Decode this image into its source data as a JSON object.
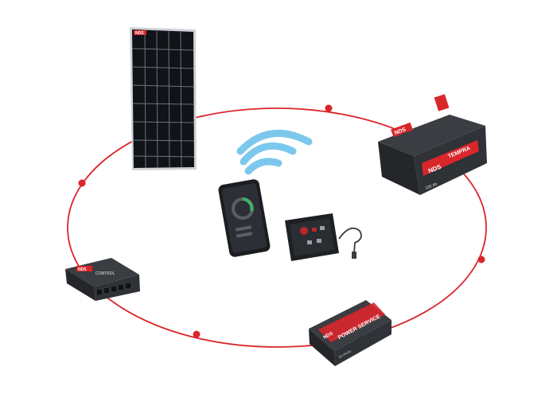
{
  "brand": "NDS",
  "colors": {
    "ring": "#d9262b",
    "brand_red": "#d9262b",
    "device_dark": "#2c2e33",
    "wifi": "#7cc8ec",
    "panel_cell": "#15181c"
  },
  "battery": {
    "brand": "NDS",
    "model": "TEMPRA",
    "capacity": "100 Ah"
  },
  "power_service": {
    "brand": "NDS",
    "title": "POWER SERVICE",
    "sub": "BY-PASS"
  },
  "charge_controller": {
    "brand": "NDS",
    "title": "CONTROL"
  },
  "icons": [
    "solar-panel",
    "battery",
    "power-service-module",
    "charge-controller",
    "smartphone",
    "control-display",
    "wifi-signal"
  ]
}
